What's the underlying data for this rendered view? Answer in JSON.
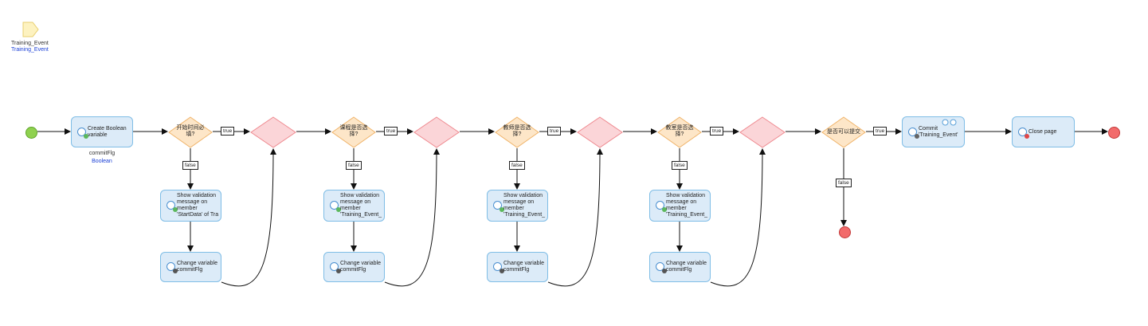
{
  "parameter": {
    "name": "Training_Event",
    "type": "Training_Event"
  },
  "colors": {
    "start": "#8fd14f",
    "end": "#f26b6b",
    "activity_fill": "#dcebf8",
    "activity_border": "#7fbde6",
    "decision_fill": "#fde6c8",
    "decision_border": "#f0b46a",
    "merge_fill": "#fbd5d8",
    "merge_border": "#ef8a90"
  },
  "labels": {
    "true": "true",
    "false": "false"
  },
  "create_activity": {
    "text": "Create Boolean\nvariable",
    "variable": "commitFlg",
    "type": "Boolean"
  },
  "checks": [
    {
      "decision": "开始时间必\n填?",
      "validation": "Show validation\nmessage on\nmember\n'StartData' of Tra",
      "change": "Change variable\ncommitFlg"
    },
    {
      "decision": "课程是否选\n择?",
      "validation": "Show validation\nmessage on\nmember\n'Training_Event_",
      "change": "Change variable\ncommitFlg"
    },
    {
      "decision": "教师是否选\n择?",
      "validation": "Show validation\nmessage on\nmember\n'Training_Event_",
      "change": "Change variable\ncommitFlg"
    },
    {
      "decision": "教室是否选\n择?",
      "validation": "Show validation\nmessage on\nmember\n'Training_Event_",
      "change": "Change variable\ncommitFlg"
    }
  ],
  "final_decision": "是否可以提交",
  "commit_activity": {
    "text": "Commit\n'Training_Event'"
  },
  "close_activity": {
    "text": "Close page"
  }
}
